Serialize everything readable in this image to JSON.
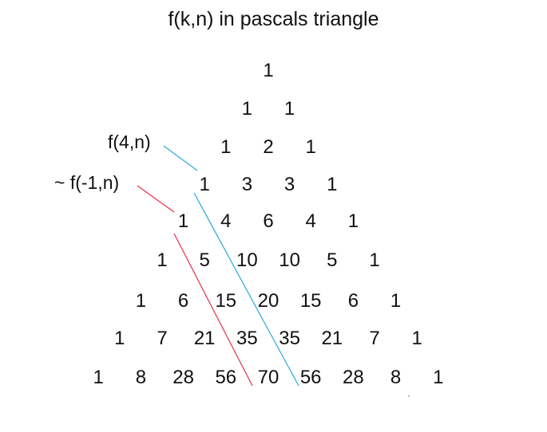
{
  "title": "f(k,n) in pascals triangle",
  "labels": {
    "f4n": "f(4,n)",
    "fminus1n": "~ f(-1,n)"
  },
  "line_colors": {
    "f4n": "#2aa7dc",
    "fminus1n": "#e0314a"
  },
  "rows": [
    [
      "1"
    ],
    [
      "1",
      "1"
    ],
    [
      "1",
      "2",
      "1"
    ],
    [
      "1",
      "3",
      "3",
      "1"
    ],
    [
      "1",
      "4",
      "6",
      "4",
      "1"
    ],
    [
      "1",
      "5",
      "10",
      "10",
      "5",
      "1"
    ],
    [
      "1",
      "6",
      "15",
      "20",
      "15",
      "6",
      "1"
    ],
    [
      "1",
      "7",
      "21",
      "35",
      "35",
      "21",
      "7",
      "1"
    ],
    [
      "1",
      "8",
      "28",
      "56",
      "70",
      "56",
      "28",
      "8",
      "1"
    ]
  ]
}
